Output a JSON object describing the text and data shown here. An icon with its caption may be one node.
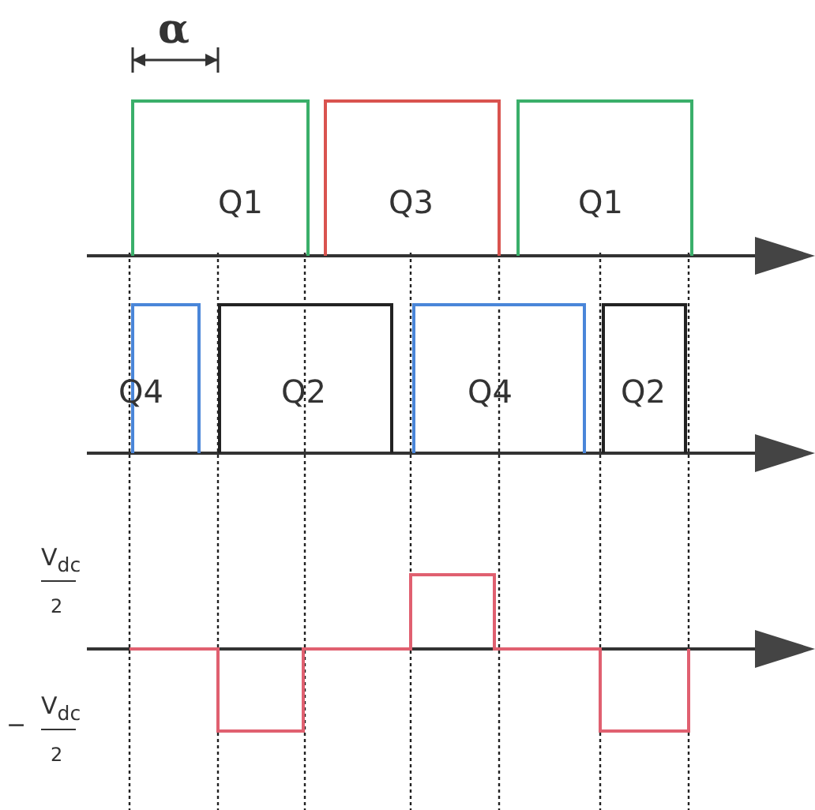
{
  "diagram": {
    "labels": [
      "α",
      "Q1",
      "Q3",
      "Q1",
      "Q4",
      "Q2",
      "Q4",
      "Q2",
      "V$_{dc}$",
      "2",
      "−",
      "V$_{dc}$",
      "2"
    ]
  }
}
